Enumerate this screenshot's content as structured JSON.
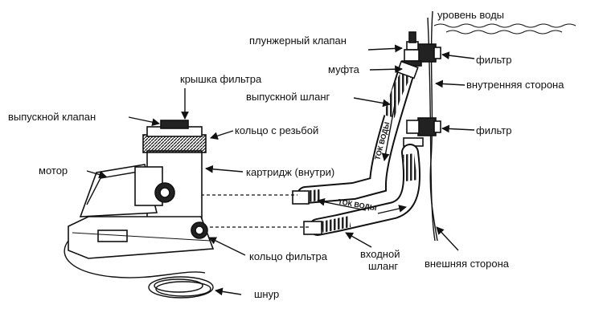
{
  "labels": {
    "water_level": "уровень воды",
    "plunger_valve": "плунжерный клапан",
    "coupling": "муфта",
    "outlet_hose": "выпускной шланг",
    "filter_top": "фильтр",
    "inner_side": "внутренняя сторона",
    "filter_mid": "фильтр",
    "filter_cover": "крышка фильтра",
    "drain_valve": "выпускной клапан",
    "threaded_ring": "кольцо с  резьбой",
    "motor": "мотор",
    "cartridge": "картридж (внутри)",
    "filter_ring": "кольцо фильтра",
    "inlet_hose": "входной\nшланг",
    "outer_side": "внешняя сторона",
    "cord": "шнур"
  },
  "flow_text": {
    "vertical": "ТОК ВОДЫ",
    "horizontal": "ТОК ВОДЫ"
  }
}
